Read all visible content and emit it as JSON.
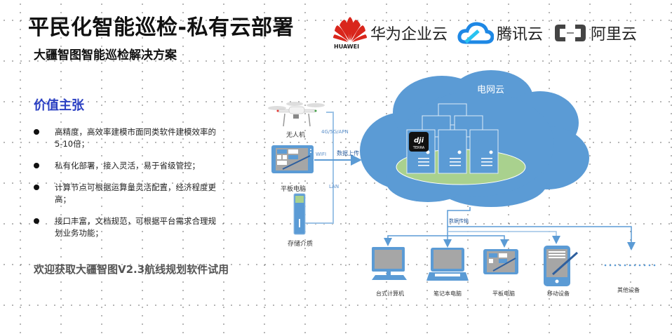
{
  "header": {
    "title": "平民化智能巡检-私有云部署",
    "subtitle": "大疆智图智能巡检解决方案"
  },
  "partners": [
    {
      "name": "华为企业云",
      "logo_caption": "HUAWEI",
      "icon": "huawei-logo-icon",
      "color": "#d9261c"
    },
    {
      "name": "腾讯云",
      "icon": "tencent-cloud-logo-icon",
      "color": "#1e88e5"
    },
    {
      "name": "阿里云",
      "icon": "aliyun-logo-icon",
      "color": "#444444"
    }
  ],
  "value_proposition": {
    "title": "价值主张",
    "items": [
      "高精度，高效率建模市面同类软件建模效率的5-10倍；",
      "私有化部署，接入灵活，易于省级管控；",
      "计算节点可根据运算量灵活配置，经济程度更高；",
      "接口丰富，文档规范，可根据平台需求合理规划业务功能；"
    ]
  },
  "cta": "欢迎获取大疆智图V2.3航线规划软件试用",
  "diagram": {
    "sources": [
      {
        "label": "无人机",
        "icon": "drone-icon"
      },
      {
        "label": "平板电脑",
        "icon": "tablet-icon"
      },
      {
        "label": "存储介质",
        "icon": "storage-icon"
      }
    ],
    "links": {
      "network": "4G/5G/APN",
      "wifi": "WIFI",
      "lan": "LAN",
      "upload": "数据上传",
      "transfer": "数据传输"
    },
    "cloud": {
      "label": "电网云",
      "app_logo_top": "dji",
      "app_logo_bottom": "TERRA",
      "color": "#5b9bd5",
      "platform_color": "#a9d18e"
    },
    "targets": [
      {
        "label": "台式计算机",
        "icon": "desktop-icon"
      },
      {
        "label": "笔记本电脑",
        "icon": "laptop-icon"
      },
      {
        "label": "平板电脑",
        "icon": "tablet-icon"
      },
      {
        "label": "移动设备",
        "icon": "mobile-device-icon"
      },
      {
        "label": "其他设备",
        "icon": "more-devices-icon"
      }
    ]
  }
}
